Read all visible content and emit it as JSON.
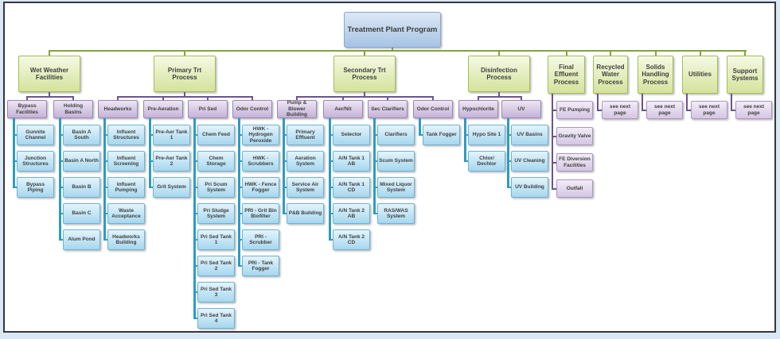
{
  "diagram": {
    "root": {
      "label": "Treatment Plant Program"
    },
    "branches": [
      {
        "label": "Wet Weather Facilities",
        "groups": [
          {
            "label": "Bypass Facilities",
            "leaves": [
              "Gunnite Channel",
              "Junction Structures",
              "Bypass Piping"
            ]
          },
          {
            "label": "Holding Basins",
            "leaves": [
              "Basin A South",
              "Basin A North",
              "Basin B",
              "Basin C",
              "Alum Pond"
            ]
          }
        ]
      },
      {
        "label": "Primary Trt Process",
        "groups": [
          {
            "label": "Headworks",
            "leaves": [
              "Influent Structures",
              "Influent Screening",
              "Influent Pumping",
              "Waste Acceptance",
              "Headworks Building"
            ]
          },
          {
            "label": "Pre-Aeration",
            "leaves": [
              "Pre-Aer Tank 1",
              "Pre-Aer Tank 2",
              "Grit System"
            ]
          },
          {
            "label": "Pri Sed",
            "leaves": [
              "Chem Feed",
              "Chem Storage",
              "Pri Scum System",
              "Pri Sludge System",
              "Pri Sed Tank 1",
              "Pri Sed Tank 2",
              "Pri Sed Tank 3",
              "Pri Sed Tank 4"
            ]
          },
          {
            "label": "Odor Control",
            "leaves": [
              "HWK - Hydrogen Peroxide",
              "HWK - Scrubbers",
              "HWK - Fence Fogger",
              "PRI - Grit Bin Biofilter",
              "PRI - Scrubber",
              "PRI - Tank Fogger"
            ]
          }
        ]
      },
      {
        "label": "Secondary Trt Process",
        "groups": [
          {
            "label": "Pump & Blower Building",
            "leaves": [
              "Primary Effluent",
              "Aeration System",
              "Service Air System",
              "P&B Building"
            ]
          },
          {
            "label": "Aer/Nit",
            "leaves": [
              "Selector",
              "A/N Tank 1 AB",
              "A/N Tank 1 CD",
              "A/N Tank 2 AB",
              "A/N Tank 2 CD"
            ]
          },
          {
            "label": "Sec Clarifiers",
            "leaves": [
              "Clarifiers",
              "Scum System",
              "Mixed Liquor System",
              "RAS/WAS System"
            ]
          },
          {
            "label": "Odor Control",
            "leaves": [
              "Tank Fogger"
            ]
          }
        ]
      },
      {
        "label": "Disinfection Process",
        "groups": [
          {
            "label": "Hypochlorite",
            "leaves": [
              "Hypo Site 1",
              "Chlor/ Dechlor"
            ]
          },
          {
            "label": "UV",
            "leaves": [
              "UV Basins",
              "UV Cleaning",
              "UV Building"
            ]
          }
        ]
      },
      {
        "label": "Final Effluent Process",
        "direct_leaves": [
          "FE Pumping",
          "Gravity Valve",
          "FE Diversion Facilities",
          "Outfall"
        ]
      },
      {
        "label": "Recycled Water Process",
        "direct_leaves": [
          "see next page"
        ]
      },
      {
        "label": "Solids Handling Process",
        "direct_leaves": [
          "see next page"
        ]
      },
      {
        "label": "Utilities",
        "direct_leaves": [
          "see next page"
        ]
      },
      {
        "label": "Support Systems",
        "direct_leaves": [
          "see next page"
        ]
      }
    ],
    "colors": {
      "root_fill_top": "#dce8f5",
      "root_fill_bottom": "#a7c3e4",
      "root_border": "#84a9d2",
      "branch_fill_top": "#f5f9e3",
      "branch_fill_bottom": "#d5e29c",
      "branch_border": "#a6bd58",
      "group_fill_top": "#ede6f3",
      "group_fill_bottom": "#c4b2d8",
      "group_border": "#9c85b8",
      "leaf_fill_top": "#e4f4fc",
      "leaf_fill_bottom": "#a6d7ee",
      "leaf_border": "#6fb2d5",
      "purple_leaf_fill_top": "#f2edf7",
      "purple_leaf_fill_bottom": "#d5c6e3",
      "purple_leaf_border": "#ab95c3",
      "connector_green": "#84a33f",
      "connector_purple": "#6b5391",
      "connector_teal": "#2e9cbe",
      "page_margin": "#d9e8f4",
      "sheet_border": "#36363e"
    }
  }
}
